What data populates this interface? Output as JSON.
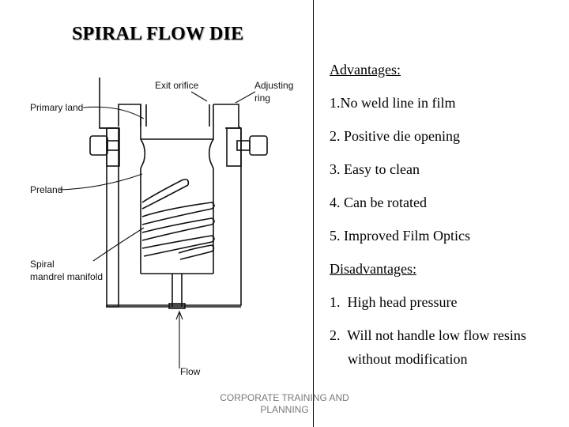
{
  "title": "SPIRAL FLOW DIE",
  "diagram": {
    "labels": {
      "exit_orifice": "Exit orifice",
      "adjusting_1": "Adjusting",
      "adjusting_2": "ring",
      "primary_land": "Primary land",
      "preland": "Preland",
      "spiral_1": "Spiral",
      "spiral_2": "mandrel manifold",
      "flow": "Flow"
    }
  },
  "advantages": {
    "header": "Advantages:",
    "items": [
      "1.No weld line in film",
      "2. Positive die opening",
      "3. Easy to clean",
      "4. Can be rotated",
      "5. Improved Film Optics"
    ]
  },
  "disadvantages": {
    "header": "Disadvantages:",
    "items": [
      "1.  High head pressure",
      "2.  Will not handle low flow resins"
    ],
    "continuation": "without modification"
  },
  "footer": {
    "line1": "CORPORATE TRAINING AND",
    "line2": "PLANNING"
  }
}
